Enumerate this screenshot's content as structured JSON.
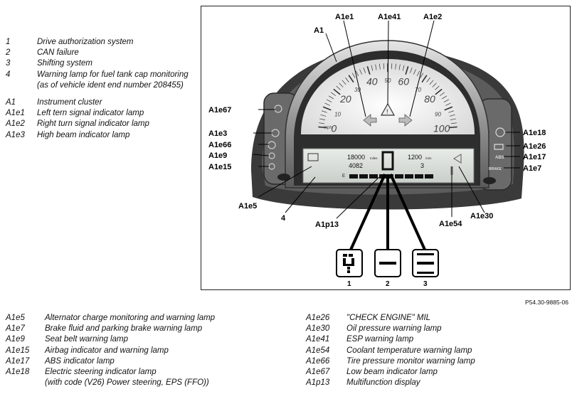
{
  "legend_top": [
    {
      "key": "1",
      "text": "Drive authorization system"
    },
    {
      "key": "2",
      "text": "CAN failure"
    },
    {
      "key": "3",
      "text": "Shifting system"
    },
    {
      "key": "4",
      "text": "Warning lamp for fuel tank cap monitoring (as of vehicle ident end number 208455)"
    },
    {
      "key": "A1",
      "text": "Instrument cluster"
    },
    {
      "key": "A1e1",
      "text": "Left tern signal indicator lamp"
    },
    {
      "key": "A1e2",
      "text": "Right turn signal indicator lamp"
    },
    {
      "key": "A1e3",
      "text": "High beam indicator lamp"
    }
  ],
  "legend_bottom_left": [
    {
      "key": "A1e5",
      "text": "Alternator charge monitoring and warning lamp"
    },
    {
      "key": "A1e7",
      "text": "Brake fluid and parking brake warning lamp"
    },
    {
      "key": "A1e9",
      "text": "Seat belt warning lamp"
    },
    {
      "key": "A1e15",
      "text": "Airbag indicator and warning lamp"
    },
    {
      "key": "A1e17",
      "text": "ABS indicator lamp"
    },
    {
      "key": "A1e18",
      "text": "Electric steering indicator lamp",
      "text2": "(with code (V26) Power steering, EPS (FFO))"
    }
  ],
  "legend_bottom_right": [
    {
      "key": "A1e26",
      "text": "\"CHECK ENGINE\" MIL"
    },
    {
      "key": "A1e30",
      "text": "Oil pressure warning lamp"
    },
    {
      "key": "A1e41",
      "text": "ESP warning lamp"
    },
    {
      "key": "A1e54",
      "text": "Coolant temperature warning lamp"
    },
    {
      "key": "A1e66",
      "text": "Tire pressure monitor warning lamp"
    },
    {
      "key": "A1e67",
      "text": "Low beam indicator lamp"
    },
    {
      "key": "A1p13",
      "text": "Multifunction display"
    }
  ],
  "figure": {
    "callouts_top": [
      "A1e1",
      "A1e41",
      "A1e2"
    ],
    "callout_a1": "A1",
    "callouts_left": [
      "A1e67",
      "A1e3",
      "A1e66",
      "A1e9",
      "A1e15"
    ],
    "callouts_right": [
      "A1e18",
      "A1e26",
      "A1e17",
      "A1e7"
    ],
    "callouts_bottom": {
      "a1e5": "A1e5",
      "four": "4",
      "a1p13": "A1p13",
      "a1e54": "A1e54",
      "a1e30": "A1e30"
    },
    "speedo_ticks": [
      "0",
      "10",
      "20",
      "30",
      "40",
      "50",
      "60",
      "70",
      "80",
      "90",
      "100"
    ],
    "unit": "mph",
    "display": {
      "odo": "18000",
      "odo_unit": "miles",
      "trip": "4082",
      "rpm": "1200",
      "rpm_unit": "/min",
      "gear": "3",
      "fuel": "E"
    },
    "right_labels": {
      "abs": "ABS",
      "brake": "BRAKE"
    },
    "gear_boxes": [
      "1",
      "2",
      "3"
    ]
  },
  "ref_code": "P54.30-9885-06"
}
